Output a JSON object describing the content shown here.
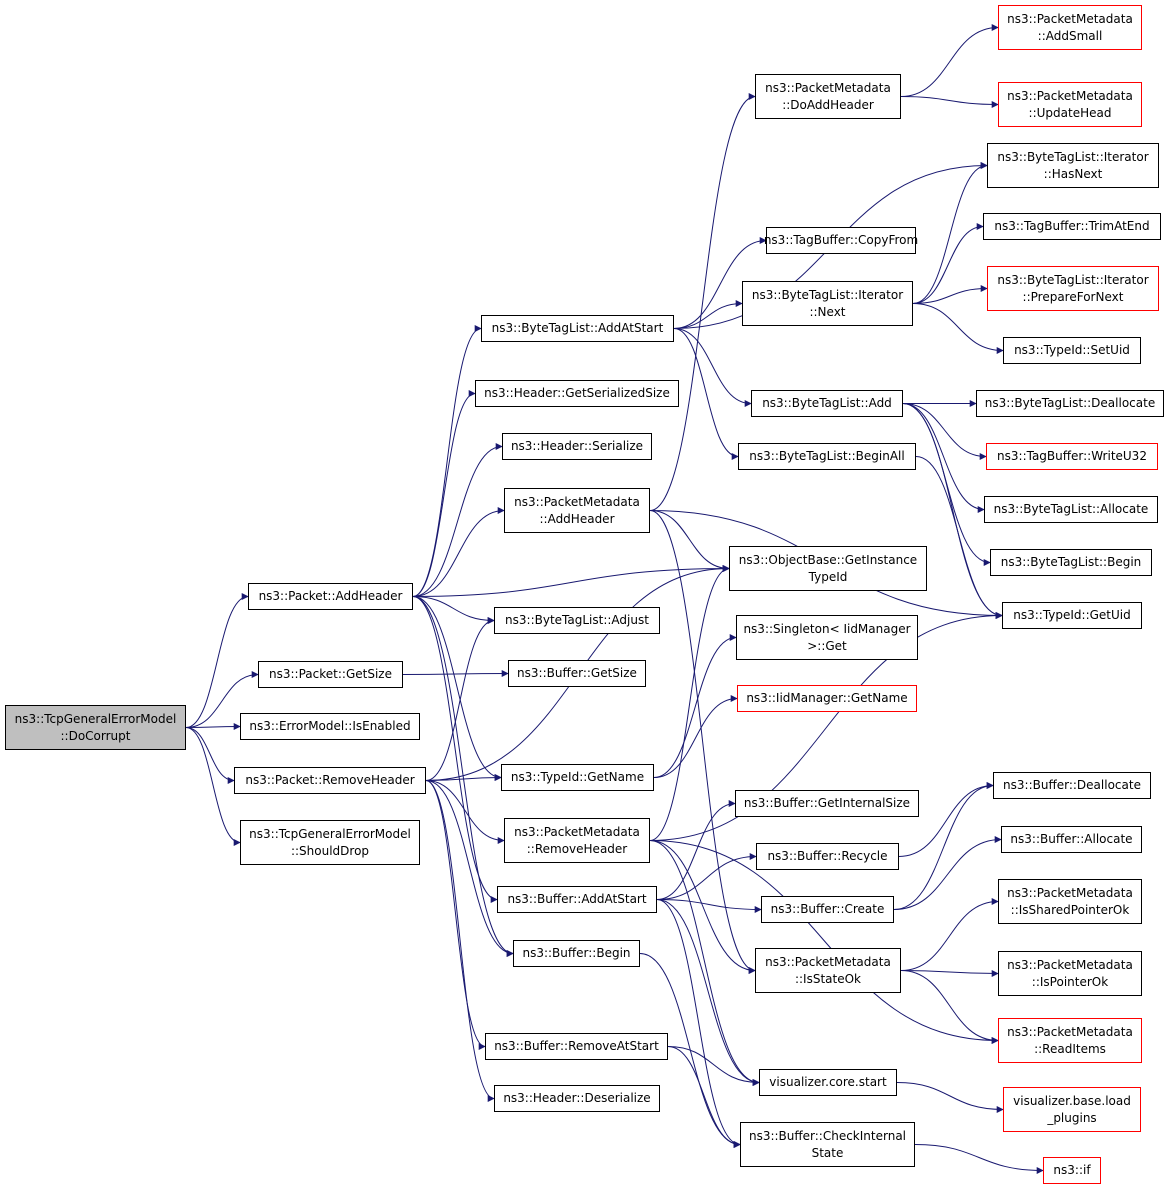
{
  "diagram": {
    "edge_color": "#191970",
    "node_border": "#000000",
    "truncated_border": "#ff0000",
    "root_fill": "#bfbfbf",
    "nodes": [
      {
        "id": "root",
        "lines": [
          "ns3::TcpGeneralErrorModel",
          "::DoCorrupt"
        ],
        "style": "root"
      },
      {
        "id": "addheader",
        "lines": [
          "ns3::Packet::AddHeader"
        ]
      },
      {
        "id": "pgetsize",
        "lines": [
          "ns3::Packet::GetSize"
        ]
      },
      {
        "id": "isenabled",
        "lines": [
          "ns3::ErrorModel::IsEnabled"
        ]
      },
      {
        "id": "removeheader",
        "lines": [
          "ns3::Packet::RemoveHeader"
        ]
      },
      {
        "id": "shoulddrop",
        "lines": [
          "ns3::TcpGeneralErrorModel",
          "::ShouldDrop"
        ]
      },
      {
        "id": "btl_addatstart",
        "lines": [
          "ns3::ByteTagList::AddAtStart"
        ]
      },
      {
        "id": "h_getser",
        "lines": [
          "ns3::Header::GetSerializedSize"
        ]
      },
      {
        "id": "h_ser",
        "lines": [
          "ns3::Header::Serialize"
        ]
      },
      {
        "id": "pm_addheader",
        "lines": [
          "ns3::PacketMetadata",
          "::AddHeader"
        ]
      },
      {
        "id": "btl_adjust",
        "lines": [
          "ns3::ByteTagList::Adjust"
        ]
      },
      {
        "id": "b_getsize",
        "lines": [
          "ns3::Buffer::GetSize"
        ]
      },
      {
        "id": "tid_getname",
        "lines": [
          "ns3::TypeId::GetName"
        ]
      },
      {
        "id": "pm_removeheader",
        "lines": [
          "ns3::PacketMetadata",
          "::RemoveHeader"
        ]
      },
      {
        "id": "b_addatstart",
        "lines": [
          "ns3::Buffer::AddAtStart"
        ]
      },
      {
        "id": "b_begin",
        "lines": [
          "ns3::Buffer::Begin"
        ]
      },
      {
        "id": "b_removeatstart",
        "lines": [
          "ns3::Buffer::RemoveAtStart"
        ]
      },
      {
        "id": "h_deser",
        "lines": [
          "ns3::Header::Deserialize"
        ]
      },
      {
        "id": "pm_doaddheader",
        "lines": [
          "ns3::PacketMetadata",
          "::DoAddHeader"
        ]
      },
      {
        "id": "tb_copyfrom",
        "lines": [
          "ns3::TagBuffer::CopyFrom"
        ]
      },
      {
        "id": "btli_next",
        "lines": [
          "ns3::ByteTagList::Iterator",
          "::Next"
        ]
      },
      {
        "id": "btl_add",
        "lines": [
          "ns3::ByteTagList::Add"
        ]
      },
      {
        "id": "btl_beginall",
        "lines": [
          "ns3::ByteTagList::BeginAll"
        ]
      },
      {
        "id": "ob_getinst",
        "lines": [
          "ns3::ObjectBase::GetInstance",
          "TypeId"
        ]
      },
      {
        "id": "singleton",
        "lines": [
          "ns3::Singleton< IidManager",
          ">::Get"
        ]
      },
      {
        "id": "iid_getname",
        "lines": [
          "ns3::IidManager::GetName"
        ],
        "style": "red"
      },
      {
        "id": "b_getinternalsize",
        "lines": [
          "ns3::Buffer::GetInternalSize"
        ]
      },
      {
        "id": "b_recycle",
        "lines": [
          "ns3::Buffer::Recycle"
        ]
      },
      {
        "id": "b_create",
        "lines": [
          "ns3::Buffer::Create"
        ]
      },
      {
        "id": "pm_isstateok",
        "lines": [
          "ns3::PacketMetadata",
          "::IsStateOk"
        ]
      },
      {
        "id": "vis_start",
        "lines": [
          "visualizer.core.start"
        ]
      },
      {
        "id": "b_checkinternal",
        "lines": [
          "ns3::Buffer::CheckInternal",
          "State"
        ]
      },
      {
        "id": "pm_addsmall",
        "lines": [
          "ns3::PacketMetadata",
          "::AddSmall"
        ],
        "style": "red"
      },
      {
        "id": "pm_updatehead",
        "lines": [
          "ns3::PacketMetadata",
          "::UpdateHead"
        ],
        "style": "red"
      },
      {
        "id": "btli_hasnext",
        "lines": [
          "ns3::ByteTagList::Iterator",
          "::HasNext"
        ]
      },
      {
        "id": "tb_trimatend",
        "lines": [
          "ns3::TagBuffer::TrimAtEnd"
        ]
      },
      {
        "id": "btli_prepare",
        "lines": [
          "ns3::ByteTagList::Iterator",
          "::PrepareForNext"
        ],
        "style": "red"
      },
      {
        "id": "tid_setuid",
        "lines": [
          "ns3::TypeId::SetUid"
        ]
      },
      {
        "id": "btl_dealloc",
        "lines": [
          "ns3::ByteTagList::Deallocate"
        ]
      },
      {
        "id": "tb_writeu32",
        "lines": [
          "ns3::TagBuffer::WriteU32"
        ],
        "style": "red"
      },
      {
        "id": "btl_alloc",
        "lines": [
          "ns3::ByteTagList::Allocate"
        ]
      },
      {
        "id": "btl_begin",
        "lines": [
          "ns3::ByteTagList::Begin"
        ]
      },
      {
        "id": "tid_getuid",
        "lines": [
          "ns3::TypeId::GetUid"
        ]
      },
      {
        "id": "b_dealloc",
        "lines": [
          "ns3::Buffer::Deallocate"
        ]
      },
      {
        "id": "b_alloc",
        "lines": [
          "ns3::Buffer::Allocate"
        ]
      },
      {
        "id": "pm_issharedptrok",
        "lines": [
          "ns3::PacketMetadata",
          "::IsSharedPointerOk"
        ]
      },
      {
        "id": "pm_isptrok",
        "lines": [
          "ns3::PacketMetadata",
          "::IsPointerOk"
        ]
      },
      {
        "id": "pm_readitems",
        "lines": [
          "ns3::PacketMetadata",
          "::ReadItems"
        ],
        "style": "red"
      },
      {
        "id": "vis_loadplugins",
        "lines": [
          "visualizer.base.load",
          "_plugins"
        ],
        "style": "red"
      },
      {
        "id": "ns3_if",
        "lines": [
          "ns3::if"
        ],
        "style": "red"
      }
    ],
    "edges": [
      [
        "root",
        "addheader"
      ],
      [
        "root",
        "pgetsize"
      ],
      [
        "root",
        "isenabled"
      ],
      [
        "root",
        "removeheader"
      ],
      [
        "root",
        "shoulddrop"
      ],
      [
        "addheader",
        "btl_addatstart"
      ],
      [
        "addheader",
        "h_getser"
      ],
      [
        "addheader",
        "h_ser"
      ],
      [
        "addheader",
        "pm_addheader"
      ],
      [
        "addheader",
        "ob_getinst"
      ],
      [
        "addheader",
        "btl_adjust"
      ],
      [
        "addheader",
        "tid_getname"
      ],
      [
        "addheader",
        "b_addatstart"
      ],
      [
        "addheader",
        "b_begin"
      ],
      [
        "pgetsize",
        "b_getsize"
      ],
      [
        "removeheader",
        "ob_getinst"
      ],
      [
        "removeheader",
        "btl_adjust"
      ],
      [
        "removeheader",
        "tid_getname"
      ],
      [
        "removeheader",
        "pm_removeheader"
      ],
      [
        "removeheader",
        "b_begin"
      ],
      [
        "removeheader",
        "b_removeatstart"
      ],
      [
        "removeheader",
        "h_deser"
      ],
      [
        "btl_addatstart",
        "btli_hasnext"
      ],
      [
        "btl_addatstart",
        "tb_copyfrom"
      ],
      [
        "btl_addatstart",
        "btli_next"
      ],
      [
        "btl_addatstart",
        "btl_add"
      ],
      [
        "btl_addatstart",
        "btl_beginall"
      ],
      [
        "pm_addheader",
        "pm_doaddheader"
      ],
      [
        "pm_addheader",
        "ob_getinst"
      ],
      [
        "pm_addheader",
        "tid_getuid"
      ],
      [
        "pm_addheader",
        "pm_isstateok"
      ],
      [
        "tid_getname",
        "singleton"
      ],
      [
        "tid_getname",
        "iid_getname"
      ],
      [
        "pm_removeheader",
        "ob_getinst"
      ],
      [
        "pm_removeheader",
        "tid_getuid"
      ],
      [
        "pm_removeheader",
        "pm_isstateok"
      ],
      [
        "pm_removeheader",
        "pm_readitems"
      ],
      [
        "pm_removeheader",
        "vis_start"
      ],
      [
        "b_addatstart",
        "b_getinternalsize"
      ],
      [
        "b_addatstart",
        "b_recycle"
      ],
      [
        "b_addatstart",
        "b_create"
      ],
      [
        "b_addatstart",
        "vis_start"
      ],
      [
        "b_addatstart",
        "b_checkinternal"
      ],
      [
        "b_begin",
        "b_checkinternal"
      ],
      [
        "b_removeatstart",
        "vis_start"
      ],
      [
        "b_removeatstart",
        "b_checkinternal"
      ],
      [
        "pm_doaddheader",
        "pm_addsmall"
      ],
      [
        "pm_doaddheader",
        "pm_updatehead"
      ],
      [
        "btli_next",
        "btli_hasnext"
      ],
      [
        "btli_next",
        "tb_trimatend"
      ],
      [
        "btli_next",
        "btli_prepare"
      ],
      [
        "btli_next",
        "tid_setuid"
      ],
      [
        "btl_add",
        "btl_dealloc"
      ],
      [
        "btl_add",
        "tb_writeu32"
      ],
      [
        "btl_add",
        "btl_alloc"
      ],
      [
        "btl_add",
        "btl_begin"
      ],
      [
        "btl_add",
        "tid_getuid"
      ],
      [
        "btl_beginall",
        "tid_getuid"
      ],
      [
        "b_recycle",
        "b_dealloc"
      ],
      [
        "b_create",
        "b_alloc"
      ],
      [
        "b_create",
        "b_dealloc"
      ],
      [
        "pm_isstateok",
        "pm_issharedptrok"
      ],
      [
        "pm_isstateok",
        "pm_isptrok"
      ],
      [
        "pm_isstateok",
        "pm_readitems"
      ],
      [
        "vis_start",
        "vis_loadplugins"
      ],
      [
        "b_checkinternal",
        "ns3_if"
      ]
    ]
  }
}
